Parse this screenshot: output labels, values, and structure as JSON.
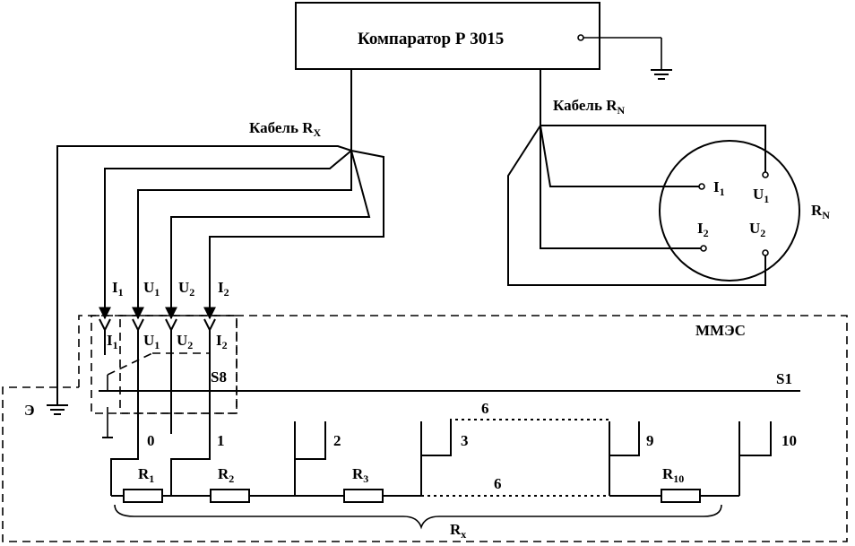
{
  "comparator": {
    "label": "Компаратор",
    "model": "Р 3015"
  },
  "cable_rx": {
    "label": "Кабель R",
    "sub": "X"
  },
  "cable_rn": {
    "label": "Кабель R",
    "sub": "N"
  },
  "rn_box": {
    "label": "R",
    "sub": "N",
    "terminals": [
      {
        "l": "I",
        "s": "1"
      },
      {
        "l": "U",
        "s": "1"
      },
      {
        "l": "I",
        "s": "2"
      },
      {
        "l": "U",
        "s": "2"
      }
    ]
  },
  "leads_top": [
    {
      "l": "I",
      "s": "1"
    },
    {
      "l": "U",
      "s": "1"
    },
    {
      "l": "U",
      "s": "2"
    },
    {
      "l": "I",
      "s": "2"
    }
  ],
  "sockets": [
    {
      "l": "I",
      "s": "1"
    },
    {
      "l": "U",
      "s": "1"
    },
    {
      "l": "U",
      "s": "2"
    },
    {
      "l": "I",
      "s": "2"
    }
  ],
  "mmes_label": "ММЭС",
  "s8_label": "S8",
  "s1_label": "S1",
  "ground_label": "Э",
  "contacts": [
    "0",
    "1",
    "2",
    "3",
    "9",
    "10"
  ],
  "gap_label_top": "6",
  "gap_label_bottom": "6",
  "resistors": [
    {
      "l": "R",
      "s": "1"
    },
    {
      "l": "R",
      "s": "2"
    },
    {
      "l": "R",
      "s": "3"
    },
    {
      "l": "R",
      "s": "10"
    }
  ],
  "rx_label": {
    "l": "R",
    "s": "x"
  }
}
